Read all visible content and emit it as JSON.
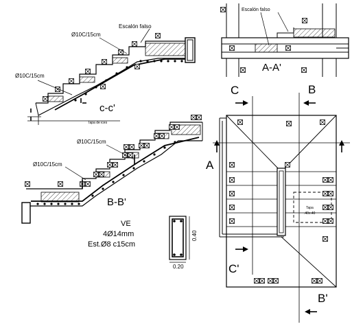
{
  "labels": {
    "escalon_falso_top": "Escalón falso",
    "escalon_falso_section": "Escalón falso",
    "phi10_a": "Ø10C/15cm",
    "phi10_b": "Ø10C/15cm",
    "phi10_c": "Ø10C/15cm",
    "phi10_d": "Ø10C/15cm",
    "cc_title": "c-c'",
    "tapa_de_ices": "Tapa de ices",
    "bb_title": "B-B'",
    "aa_title": "A-A'",
    "ve_label": "VE",
    "ve_main_bars": "4Ø14mm",
    "ve_stirrups": "Est.Ø8 c15cm",
    "ve_height": "0.40",
    "ve_width": "0.20",
    "plan_C_top": "C",
    "plan_B_top": "B",
    "plan_A": "A",
    "plan_C_bottom": "C'",
    "plan_B_bottom": "B'",
    "plan_note_line1": "Tapa",
    "plan_note_line2": ".40x.40"
  },
  "icons": {
    "cut_mark": "boxed-x-mark",
    "double_cut_mark": "double-boxed-x-mark",
    "section_arrow": "arrow-icon"
  }
}
